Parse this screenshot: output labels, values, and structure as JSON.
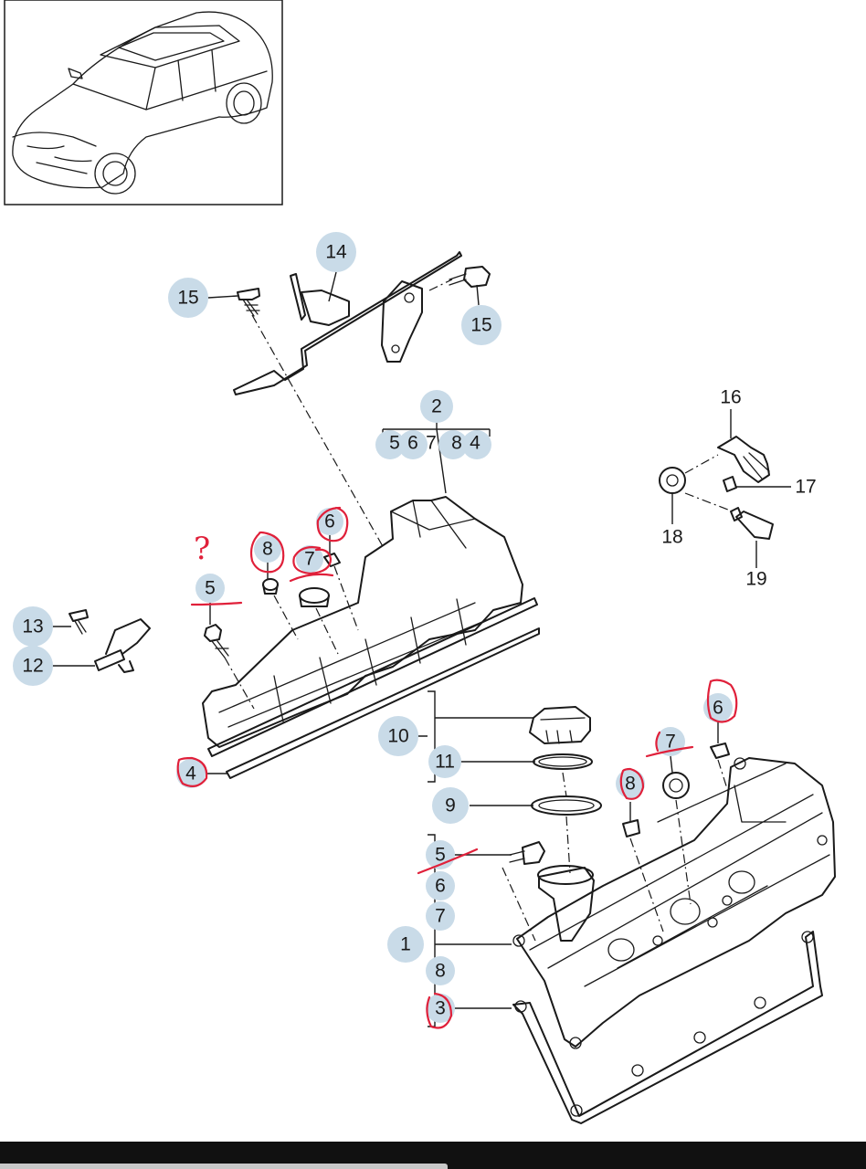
{
  "callouts": {
    "c14": "14",
    "c15a": "15",
    "c15b": "15",
    "c2": "2",
    "g5": "5",
    "g6": "6",
    "g7": "7",
    "g8": "8",
    "g4": "4",
    "u6": "6",
    "u8": "8",
    "u7": "7",
    "u5": "5",
    "c13": "13",
    "c12": "12",
    "c4": "4",
    "c16": "16",
    "c17": "17",
    "c18": "18",
    "c19": "19",
    "c10": "10",
    "c11": "11",
    "c9": "9",
    "l6": "6",
    "l7": "7",
    "l8": "8",
    "s5": "5",
    "s6": "6",
    "s7": "7",
    "c1": "1",
    "s8": "8",
    "c3": "3"
  },
  "annotations": {
    "question_mark": "?"
  },
  "colors": {
    "bubble": "#c9dbe8",
    "ink": "#1a1a1a",
    "annotation_red": "#e0203a"
  }
}
